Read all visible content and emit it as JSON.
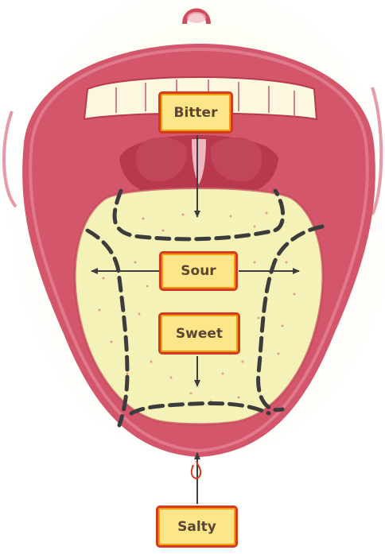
{
  "title": "",
  "palette": {
    "tongue_fill": "#f5f2b8",
    "tongue_glow": "#fbf7c9",
    "mouth_red": "#d4566a",
    "mouth_dark": "#b8394e",
    "lips": "#cf4a5d",
    "dash_line": "#3c3c3c",
    "arrow": "#3d3d3d",
    "box_fill": "#fde68a",
    "box_border": "#d63a1e",
    "box_text": "#5a4632"
  },
  "regions": [
    {
      "id": "bitter",
      "label": "Bitter",
      "arrow": "down"
    },
    {
      "id": "sour",
      "label": "Sour",
      "arrow": "left-right"
    },
    {
      "id": "sweet",
      "label": "Sweet",
      "arrow": "down"
    },
    {
      "id": "salty",
      "label": "Salty",
      "arrow": "up"
    }
  ]
}
